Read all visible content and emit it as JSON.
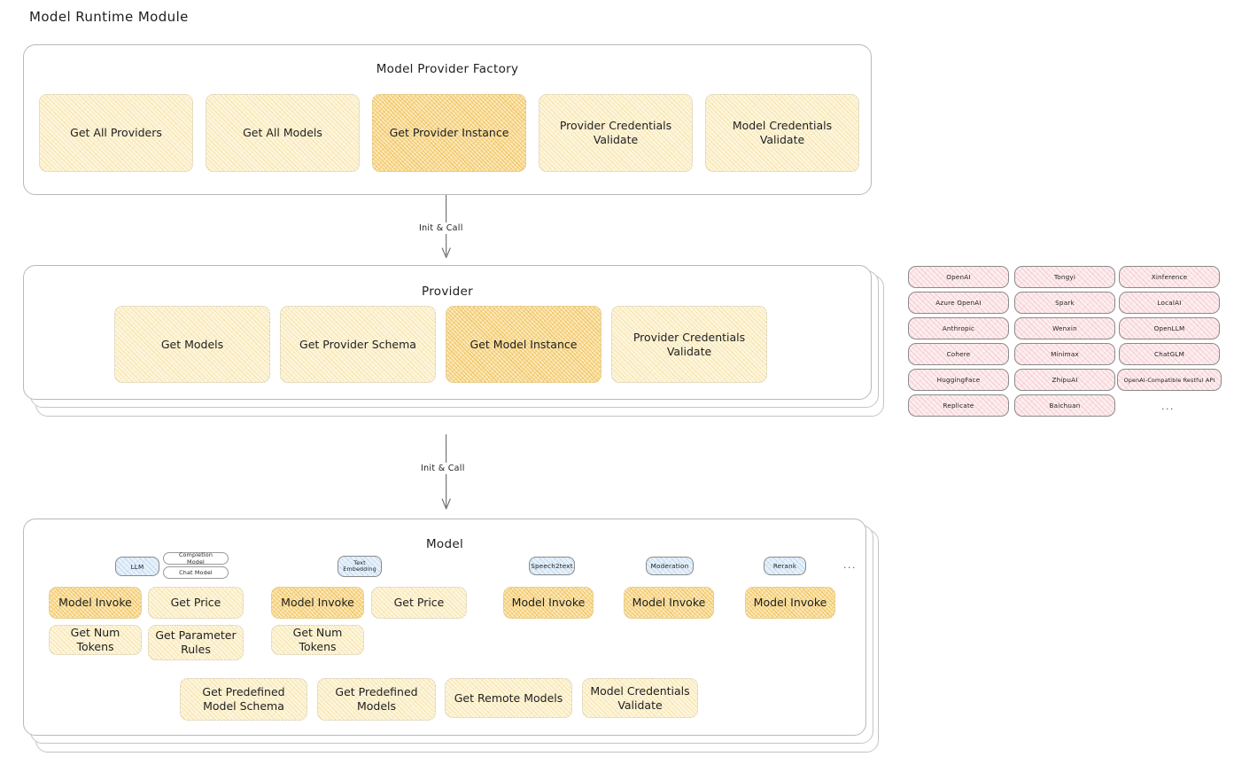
{
  "page": {
    "title": "Model Runtime Module"
  },
  "factory_panel": {
    "title": "Model Provider Factory",
    "nodes": [
      {
        "label": "Get All Providers",
        "highlight": false
      },
      {
        "label": "Get All Models",
        "highlight": false
      },
      {
        "label": "Get Provider Instance",
        "highlight": true
      },
      {
        "label": "Provider Credentials Validate",
        "highlight": false
      },
      {
        "label": "Model Credentials Validate",
        "highlight": false
      }
    ]
  },
  "arrow_top": {
    "label": "Init & Call"
  },
  "provider_panel": {
    "title": "Provider",
    "nodes": [
      {
        "label": "Get Models",
        "highlight": false
      },
      {
        "label": "Get Provider Schema",
        "highlight": false
      },
      {
        "label": "Get Model Instance",
        "highlight": true
      },
      {
        "label": "Provider Credentials Validate",
        "highlight": false
      }
    ]
  },
  "arrow_bottom": {
    "label": "Init & Call"
  },
  "provider_list": {
    "columns": [
      [
        "OpenAI",
        "Azure OpenAI",
        "Anthropic",
        "Cohere",
        "HuggingFace",
        "Replicate"
      ],
      [
        "Tongyi",
        "Spark",
        "Wenxin",
        "Minimax",
        "ZhipuAI",
        "Baichuan"
      ],
      [
        "Xinference",
        "LocalAI",
        "OpenLLM",
        "ChatGLM",
        "OpenAI-Compatible Restful API"
      ]
    ],
    "more": "..."
  },
  "model_panel": {
    "title": "Model",
    "more": "...",
    "types": [
      {
        "badge": "LLM",
        "sub_badges": [
          "Completion Model",
          "Chat Model"
        ],
        "methods": [
          {
            "label": "Model Invoke",
            "highlight": true
          },
          {
            "label": "Get Price",
            "highlight": false
          },
          {
            "label": "Get Num Tokens",
            "highlight": false
          },
          {
            "label": "Get Parameter Rules",
            "highlight": false
          }
        ]
      },
      {
        "badge": "Text Embedding",
        "sub_badges": [],
        "methods": [
          {
            "label": "Model Invoke",
            "highlight": true
          },
          {
            "label": "Get Price",
            "highlight": false
          },
          {
            "label": "Get Num Tokens",
            "highlight": false
          }
        ]
      },
      {
        "badge": "Speech2text",
        "sub_badges": [],
        "methods": [
          {
            "label": "Model Invoke",
            "highlight": true
          }
        ]
      },
      {
        "badge": "Moderation",
        "sub_badges": [],
        "methods": [
          {
            "label": "Model Invoke",
            "highlight": true
          }
        ]
      },
      {
        "badge": "Rerank",
        "sub_badges": [],
        "methods": [
          {
            "label": "Model Invoke",
            "highlight": true
          }
        ]
      }
    ],
    "shared_methods": [
      "Get Predefined Model Schema",
      "Get Predefined Models",
      "Get Remote Models",
      "Model Credentials Validate"
    ]
  },
  "colors": {
    "node_yellow_bg": "#fdf6df",
    "node_amber_bg": "#fbe9bd",
    "node_pink_bg": "#fdeef0",
    "badge_blue_bg": "#e8f2fb",
    "panel_border": "#b9b9b9",
    "text": "#1e1e1e"
  }
}
